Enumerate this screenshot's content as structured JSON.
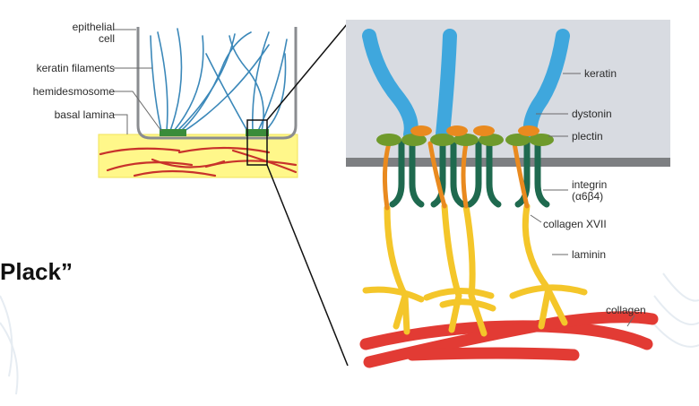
{
  "colors": {
    "keratin": "#3fa7dd",
    "dystonin": "#e98a1f",
    "plectin": "#6f9a2c",
    "integrin": "#1f6a4f",
    "collagen_xvii": "#e98a1f",
    "laminin": "#f4c62a",
    "collagen": "#e23b34",
    "basal_lamina": "#fff78a",
    "cell_interior": "#d8dbe1",
    "membrane": "#7d7f82"
  },
  "overview": {
    "labels": {
      "epithelial_cell": [
        "epithelial",
        "cell"
      ],
      "keratin_filaments": "keratin filaments",
      "hemidesmosome": "hemidesmosome",
      "basal_lamina": "basal lamina"
    }
  },
  "detail": {
    "labels": {
      "keratin": "keratin",
      "dystonin": "dystonin",
      "plectin": "plectin",
      "integrin": [
        "integrin",
        "(α6β4)"
      ],
      "collagen_xvii": "collagen XVII",
      "laminin": "laminin",
      "collagen": "collagen"
    }
  },
  "slide_text": "Plack”"
}
